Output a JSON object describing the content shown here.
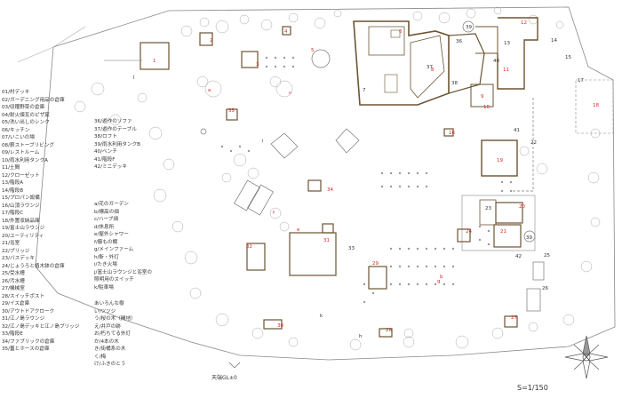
{
  "legend_rooms": [
    "01/村デッキ",
    "02/ガーデニング用品の倉庫",
    "03/収穫野菜の倉庫",
    "04/耐火煉瓦のピザ窯",
    "05/洗い出しのシンク",
    "06/キッチン",
    "07/いこいの場",
    "08/薪ストーブリビング",
    "09/レストルーム",
    "10/雨水利用タンクA",
    "11/土間",
    "12/クローゼット",
    "13/階段A",
    "14/階段B",
    "15/プロパン設備",
    "16/山頂ラウンジ",
    "17/階段C",
    "18/外置収納品庫",
    "19/富士山ラウンジ",
    "20/ユーティリティ",
    "21/浴室",
    "22/ブリッジ",
    "23/バスデッキ",
    "24/じょうろと植木鉢の倉庫",
    "25/受水槽",
    "26/汚水槽",
    "27/機械室",
    "28/スイッチポスト",
    "29/イス倉庫",
    "30/アウトドアクローク",
    "31/江ノ島ラウンジ",
    "32/江ノ島デッキと江ノ島ブリッジ",
    "33/階段E",
    "34/ファブリックの倉庫",
    "35/蓋とホースの倉庫"
  ],
  "legend_rooms_b": [
    "36/遊作のソファ",
    "37/遊作のテーブル",
    "38/ロフト",
    "39/雨水利用タンクB",
    "40/ベンチ",
    "41/階段F",
    "42/ミニデッキ"
  ],
  "legend_garden": [
    "a/花のガーデン",
    "b/標高の畑",
    "c/ハーブ畑",
    "d/休息所",
    "e/屋外シャワー",
    "f/藤もの棚",
    "g/メインファーム",
    "h/斬・外灯",
    "i/たき火場",
    "j/富士山ラウンジと浴室の",
    "照明用のスイッチ",
    "k/駐車場"
  ],
  "legend_trees": [
    "あいろんな樹",
    "い/ツツジ",
    "う/桜の木（開地）",
    "え/井戸の跡",
    "お/朽ちてる外灯",
    "か/4本の木",
    "き/街桶系の木",
    "く/梅",
    "け/ふきのとう"
  ],
  "plan_labels": {
    "r1": "1",
    "r2": "2",
    "r3": "3",
    "r4": "4",
    "r5": "5",
    "r6": "6",
    "r7": "7",
    "r8": "8",
    "r9": "9",
    "r10": "10",
    "r11": "11",
    "r12": "12",
    "r13": "13",
    "r14": "14",
    "r15": "15",
    "r16": "16",
    "r17": "17",
    "r18": "18",
    "r19": "19",
    "r20": "20",
    "r21": "21",
    "r22": "22",
    "r23": "23",
    "r24": "24",
    "r25": "25",
    "r26": "26",
    "r27": "27",
    "r28": "28",
    "r29": "29",
    "r30": "30",
    "r31": "31",
    "r32": "32",
    "r33": "33",
    "r34": "34",
    "r35": "35",
    "r36": "36",
    "r37": "37",
    "r38": "38",
    "r39": "39",
    "r40": "40",
    "r41": "41",
    "r42": "42",
    "ra": "a",
    "rb": "b",
    "rc": "c",
    "re": "e",
    "rf": "f",
    "rg": "g",
    "rh": "h",
    "ri": "i",
    "rj": "j",
    "rk": "k"
  },
  "datum_label": "天端GL±0",
  "scale_label": "S=1/150",
  "colors": {
    "line": "#777777",
    "wall": "#6b5433",
    "red": "#d42a2a",
    "tree": "#9a9a9a"
  }
}
